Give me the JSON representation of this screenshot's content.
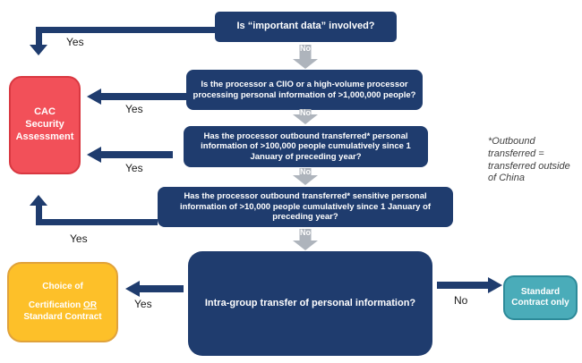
{
  "colors": {
    "dark_blue": "#1F3C6E",
    "red_fill": "#F25059",
    "red_border": "#D93841",
    "yellow_fill": "#FDC029",
    "yellow_border": "#E0A23B",
    "teal_fill": "#4AACB9",
    "teal_border": "#2D8A99",
    "gray_connector": "#AEB4BC"
  },
  "flow": {
    "q1": "Is “important data” involved?",
    "q2": "Is the processor a CIIO or a high-volume processor processing personal information of >1,000,000 people?",
    "q3": "Has the processor outbound transferred* personal information of >100,000 people cumulatively since 1 January of preceding year?",
    "q4": "Has the processor outbound transferred* sensitive personal information of >10,000 people cumulatively since 1 January of preceding year?",
    "q5": "Intra-group transfer of personal information?"
  },
  "outcomes": {
    "cac": "CAC Security Assessment",
    "choice_line1": "Choice of",
    "choice_cert": "Certification ",
    "choice_or": "OR",
    "choice_line2": "Standard Contract",
    "standard_only": "Standard Contract only"
  },
  "labels": {
    "yes1": "Yes",
    "yes2": "Yes",
    "yes3": "Yes",
    "yes4": "Yes",
    "yes5": "Yes",
    "no1": "No",
    "no2": "No",
    "no3": "No",
    "no4": "No",
    "no_right": "No"
  },
  "note": "*Outbound transferred = transferred outside of China"
}
